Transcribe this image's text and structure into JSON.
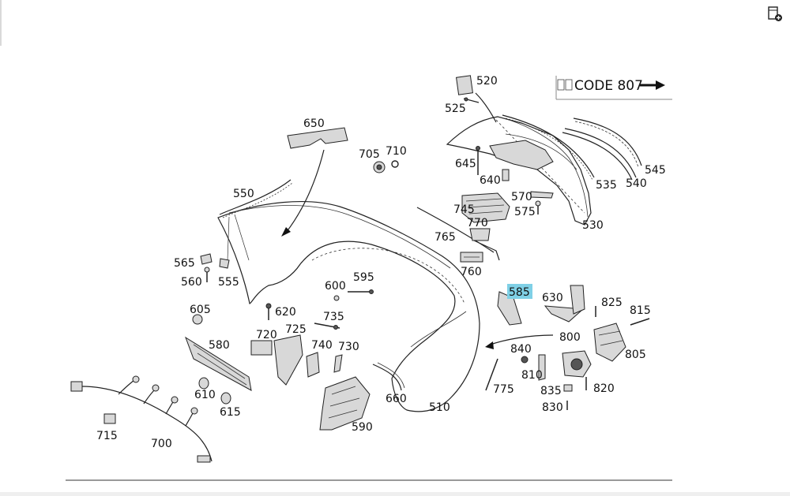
{
  "viewer": {
    "corner_icon": "add-document-icon"
  },
  "diagram": {
    "code_note": "CODE 807",
    "code_arrow_icon": "right-arrow-icon",
    "highlighted_part": "585",
    "highlight_color": "#7fd0e6",
    "part_labels": {
      "p520": "520",
      "p525": "525",
      "p650": "650",
      "p705": "705",
      "p710": "710",
      "p645": "645",
      "p640": "640",
      "p570": "570",
      "p575": "575",
      "p535": "535",
      "p540": "540",
      "p545": "545",
      "p530": "530",
      "p550": "550",
      "p745": "745",
      "p770": "770",
      "p765": "765",
      "p760": "760",
      "p565": "565",
      "p560": "560",
      "p555": "555",
      "p600": "600",
      "p595": "595",
      "p605": "605",
      "p620": "620",
      "p585": "585",
      "p630": "630",
      "p825": "825",
      "p815": "815",
      "p735": "735",
      "p725": "725",
      "p720": "720",
      "p740": "740",
      "p730": "730",
      "p580": "580",
      "p800": "800",
      "p805": "805",
      "p840": "840",
      "p810": "810",
      "p775": "775",
      "p835": "835",
      "p820": "820",
      "p830": "830",
      "p610": "610",
      "p615": "615",
      "p660": "660",
      "p510": "510",
      "p590": "590",
      "p715": "715",
      "p700": "700"
    }
  }
}
